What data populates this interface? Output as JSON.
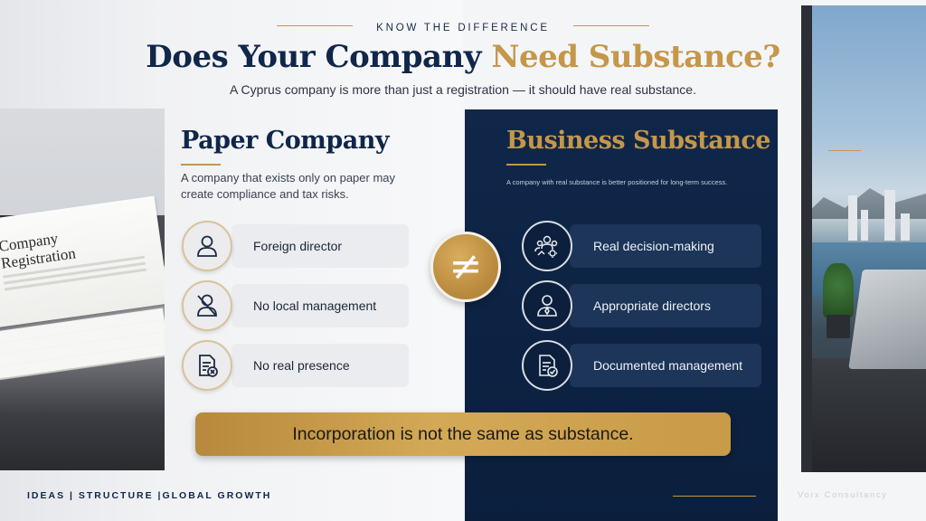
{
  "header": {
    "eyebrow": "KNOW THE DIFFERENCE",
    "title_part1": "Does Your Company ",
    "title_part2": "Need Substance?",
    "subtitle": "A Cyprus company is more than just a registration — it should have real substance."
  },
  "paper_image": {
    "text_line1": "Company",
    "text_line2": "Registration"
  },
  "left_column": {
    "title": "Paper Company",
    "description": "A company that exists only on paper may create compliance and tax risks.",
    "items": [
      {
        "label": "Foreign director",
        "icon": "person-icon"
      },
      {
        "label": "No local management",
        "icon": "person-crossed-icon"
      },
      {
        "label": "No real presence",
        "icon": "document-x-icon"
      }
    ]
  },
  "right_column": {
    "title": "Business Substance",
    "description": "A company with real substance is better positioned for long-term success.",
    "items": [
      {
        "label": "Real decision-making",
        "icon": "team-gear-icon"
      },
      {
        "label": "Appropriate directors",
        "icon": "director-icon"
      },
      {
        "label": "Documented management",
        "icon": "document-check-icon"
      }
    ]
  },
  "divider_symbol": "≠",
  "banner": "Incorporation is not the same as substance.",
  "footer": {
    "tagline": "IDEAS | STRUCTURE |GLOBAL GROWTH",
    "brand": "Vorx Consultancy"
  },
  "colors": {
    "navy": "#10264a",
    "gold": "#c4974a",
    "card_light": "#eaecef",
    "card_dark": "#1c3558"
  }
}
